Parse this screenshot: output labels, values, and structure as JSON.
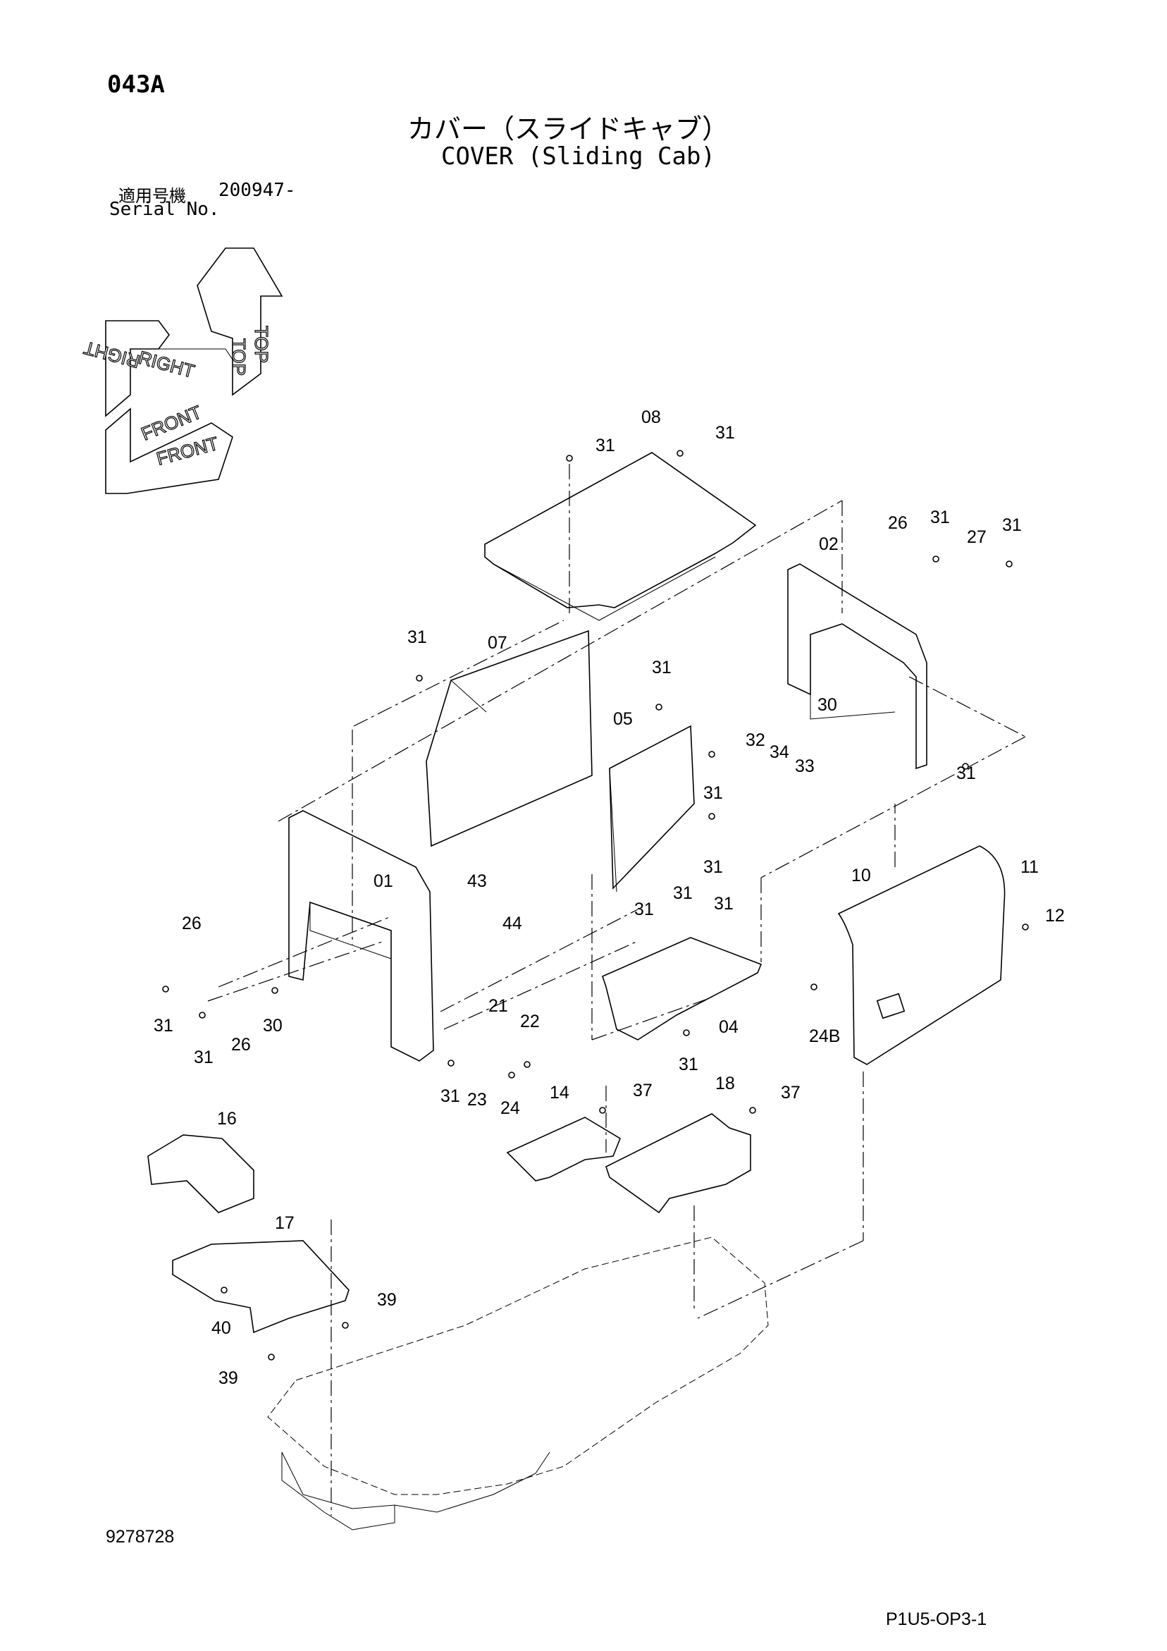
{
  "header": {
    "page_code": "043A",
    "title_jp": "カバー（スライドキャブ）",
    "title_en": "COVER (Sliding Cab)",
    "serial_label_jp": "適用号機",
    "serial_value": "200947-",
    "serial_label_en": "Serial No."
  },
  "orientation": {
    "top": "TOP",
    "right": "RIGHT",
    "front": "FRONT"
  },
  "callouts": [
    "08",
    "31",
    "31",
    "26",
    "31",
    "27",
    "31",
    "02",
    "31",
    "07",
    "31",
    "05",
    "30",
    "32",
    "34",
    "33",
    "31",
    "31",
    "01",
    "43",
    "31",
    "31",
    "31",
    "44",
    "10",
    "11",
    "12",
    "31",
    "26",
    "31",
    "30",
    "21",
    "22",
    "26",
    "31",
    "04",
    "24B",
    "31",
    "23",
    "24",
    "31",
    "14",
    "37",
    "18",
    "37",
    "16",
    "17",
    "39",
    "40",
    "39"
  ],
  "footer": {
    "drawing_number": "9278728",
    "page_ref": "P1U5-OP3-1"
  }
}
